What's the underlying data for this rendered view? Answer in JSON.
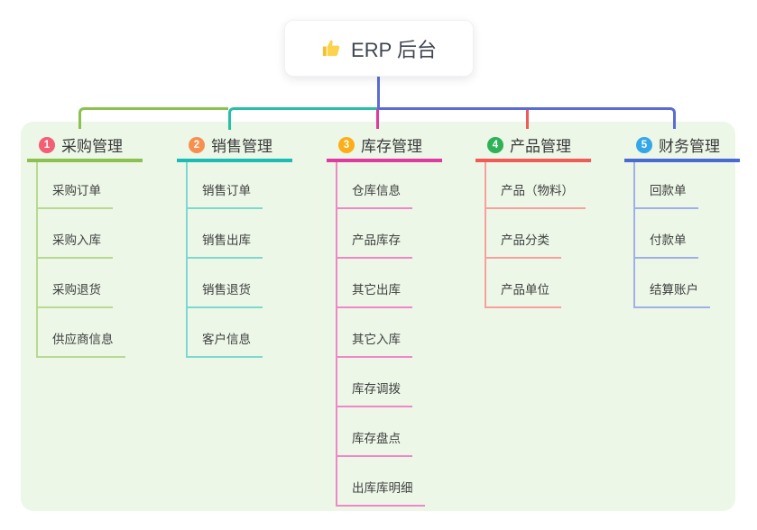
{
  "page": {
    "background": "#ffffff",
    "panel_background": "#ecf7e8"
  },
  "root": {
    "icon": "thumbs-up",
    "label": "ERP 后台",
    "line_color": "#5b6bd5"
  },
  "connectors": {
    "trunk_teal": "#27bfa7"
  },
  "branches": [
    {
      "index": "1",
      "label": "采购管理",
      "badge_color": "#f35e75",
      "accent": "#8cc152",
      "light": "#b8da90",
      "children": [
        "采购订单",
        "采购入库",
        "采购退货",
        "供应商信息"
      ]
    },
    {
      "index": "2",
      "label": "销售管理",
      "badge_color": "#f7904e",
      "accent": "#1cbcb4",
      "light": "#7ed8d0",
      "children": [
        "销售订单",
        "销售出库",
        "销售退货",
        "客户信息"
      ]
    },
    {
      "index": "3",
      "label": "库存管理",
      "badge_color": "#fbae17",
      "accent": "#de3b9e",
      "light": "#f087c6",
      "children": [
        "仓库信息",
        "产品库存",
        "其它出库",
        "其它入库",
        "库存调拨",
        "库存盘点",
        "出库库明细"
      ]
    },
    {
      "index": "4",
      "label": "产品管理",
      "badge_color": "#2eb157",
      "accent": "#f15b57",
      "light": "#f8a09d",
      "children": [
        "产品（物料）",
        "产品分类",
        "产品单位"
      ]
    },
    {
      "index": "5",
      "label": "财务管理",
      "badge_color": "#34a7e9",
      "accent": "#4a6ad2",
      "light": "#9fb0e5",
      "children": [
        "回款单",
        "付款单",
        "结算账户"
      ]
    }
  ]
}
